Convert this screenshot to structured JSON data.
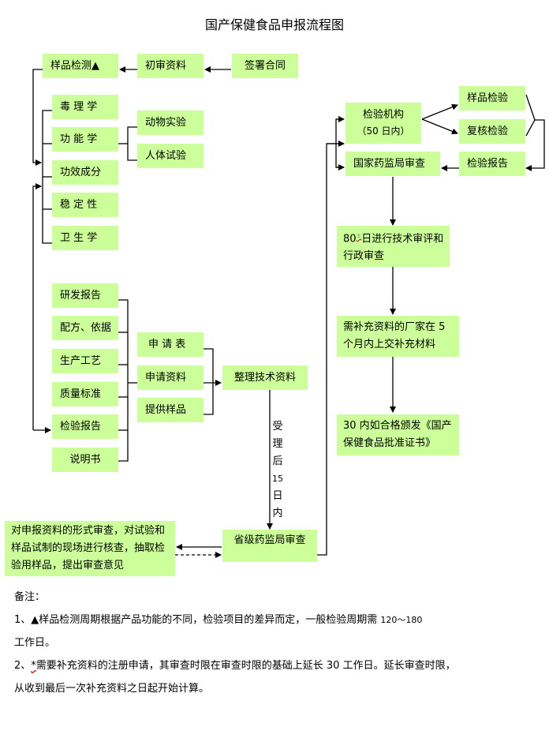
{
  "title": "国产保健食品申报流程图",
  "top_row": {
    "sample_testing": "样品检测▲",
    "initial_review": "初审资料",
    "sign_contract": "签署合同"
  },
  "test_items": [
    "毒 理 学",
    "功 能 学",
    "功效成分",
    "稳 定 性",
    "卫 生 学"
  ],
  "function_sub": [
    "动物实验",
    "人体试验"
  ],
  "report_items": [
    "研发报告",
    "配方、依据",
    "生产工艺",
    "质量标准",
    "检验报告",
    "说明书"
  ],
  "application_items": [
    "申 请 表",
    "申请资料",
    "提供样品"
  ],
  "organize": "整理技术资料",
  "accept_label": [
    "受",
    "理",
    "后",
    "15",
    "日",
    "内"
  ],
  "provincial_review": "省级药监局审查",
  "provincial_detail": "对申报资料的形式审查，对试验和样品试制的现场进行核查，抽取检验用样品，提出审查意见",
  "inspection_agency": {
    "line1": "检验机构",
    "line2": "（50 日内）"
  },
  "sample_inspection": "样品检验",
  "recheck_inspection": "复核检验",
  "inspection_report": "检验报告",
  "national_review": "国家药监局审查",
  "tech_review": {
    "pre": "80",
    "sup": "±",
    "post": "日进行技术审评和行政审查"
  },
  "supplement": "需补充资料的厂家在 5 个月内上交补充材料",
  "certificate": "30 内如合格颁发《国产保健食品批准证书》",
  "notes": {
    "heading": "备注：",
    "note1_prefix": "1、▲样品检测周期根据产品功能的不同，检验项目的差异而定，一般检验周期需 ",
    "note1_range": "120～180",
    "note1_suffix": "工作日。",
    "note2_prefix": "2、",
    "note2_star": "*",
    "note2_body": "需要补充资料的注册申请，其审查时限在审查时限的基础上延长 30 工作日。延长审查时限，从收到最后一次补充资料之日起开始计算。"
  },
  "colors": {
    "box_fill": "#ccff99",
    "line": "#000000"
  }
}
